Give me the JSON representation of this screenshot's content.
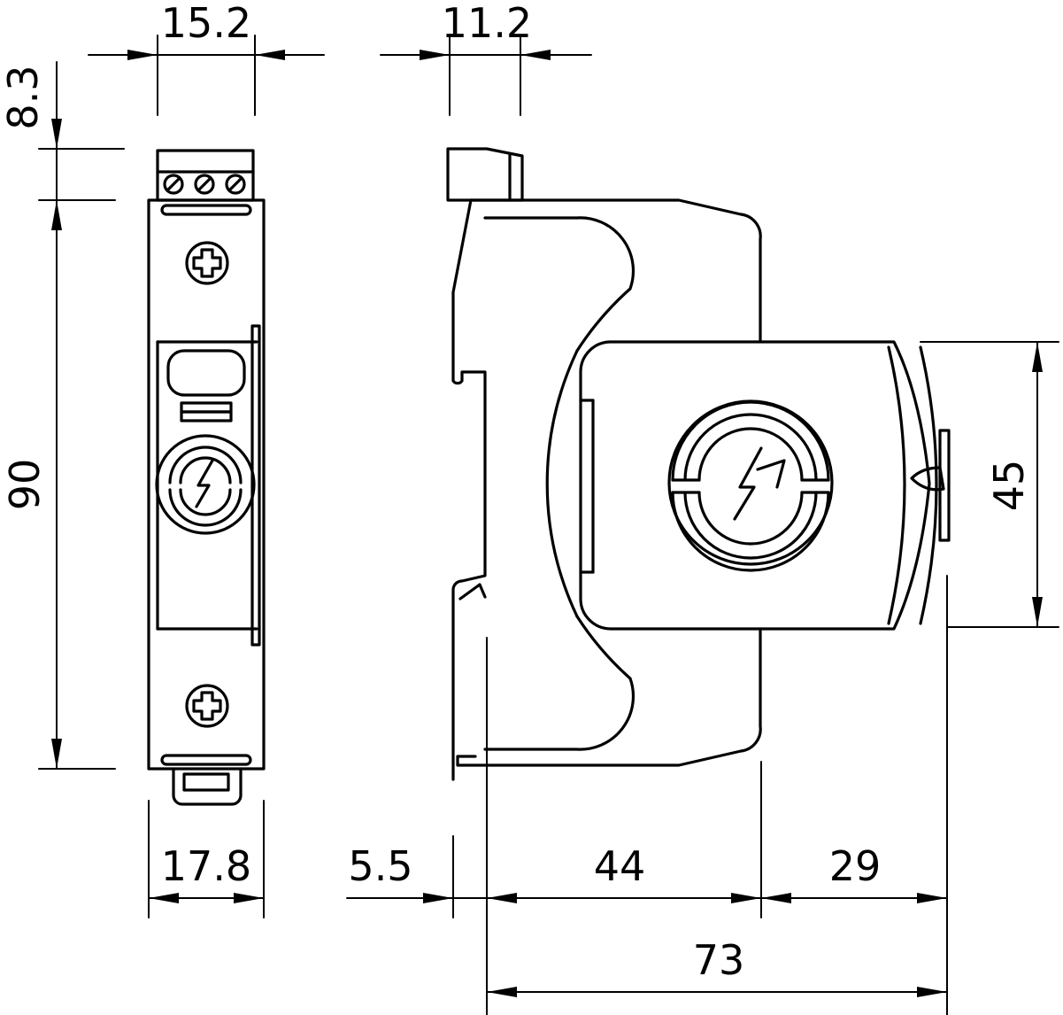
{
  "dimensions": {
    "front_width_top": "15.2",
    "side_width_top": "11.2",
    "terminal_height": "8.3",
    "total_height": "90",
    "front_width_bottom": "17.8",
    "rail_offset": "5.5",
    "depth_body": "44",
    "depth_front": "29",
    "depth_total": "73",
    "front_cover_height": "45"
  }
}
